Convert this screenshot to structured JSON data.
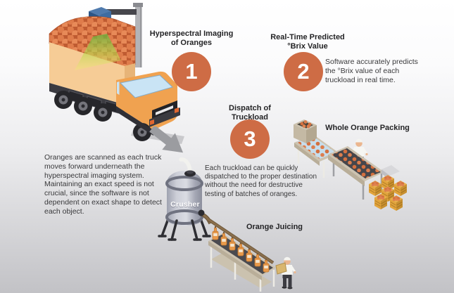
{
  "colors": {
    "accent_orange": "#CE6C45",
    "step_number_text": "#FFFFFF",
    "title_text": "#242426",
    "body_text": "#39393B",
    "background_top": "#FFFFFF",
    "background_bottom": "#C2C2C6",
    "orange_fruit": "#DF7C4B",
    "truck_body": "#F0A250",
    "cargo_box": "#F6CC96",
    "tank_gray": "#B9BBC6",
    "crate_yellow": "#E2A43C",
    "arrow_gray": "#9B9CA0"
  },
  "steps": [
    {
      "number": "1",
      "title": "Hyperspectral Imaging of Oranges"
    },
    {
      "number": "2",
      "title": "Real-Time Predicted °Brix Value",
      "description": "Software accurately predicts the °Brix value of each truckload in real time."
    },
    {
      "number": "3",
      "title": "Dispatch of Truckload",
      "description": "Each truckload can be quickly dispatched to the proper destination without the need for destructive testing of batches of oranges."
    }
  ],
  "caption": "Oranges are scanned as each truck moves forward underneath the hyperspectral imaging system. Maintaining an exact speed is not crucial, since the software is not dependent on exact shape to detect each object.",
  "labels": {
    "crusher": "Crusher",
    "whole_orange_packing": "Whole Orange Packing",
    "orange_juicing": "Orange Juicing"
  },
  "icons": {
    "truck": "orange-truck-with-hyperspectral-scanner-icon",
    "arrow": "flow-arrow-icon",
    "crusher": "crusher-tank-icon",
    "packing_line": "packing-conveyor-icon",
    "juicing_line": "juicing-bottling-line-icon"
  }
}
